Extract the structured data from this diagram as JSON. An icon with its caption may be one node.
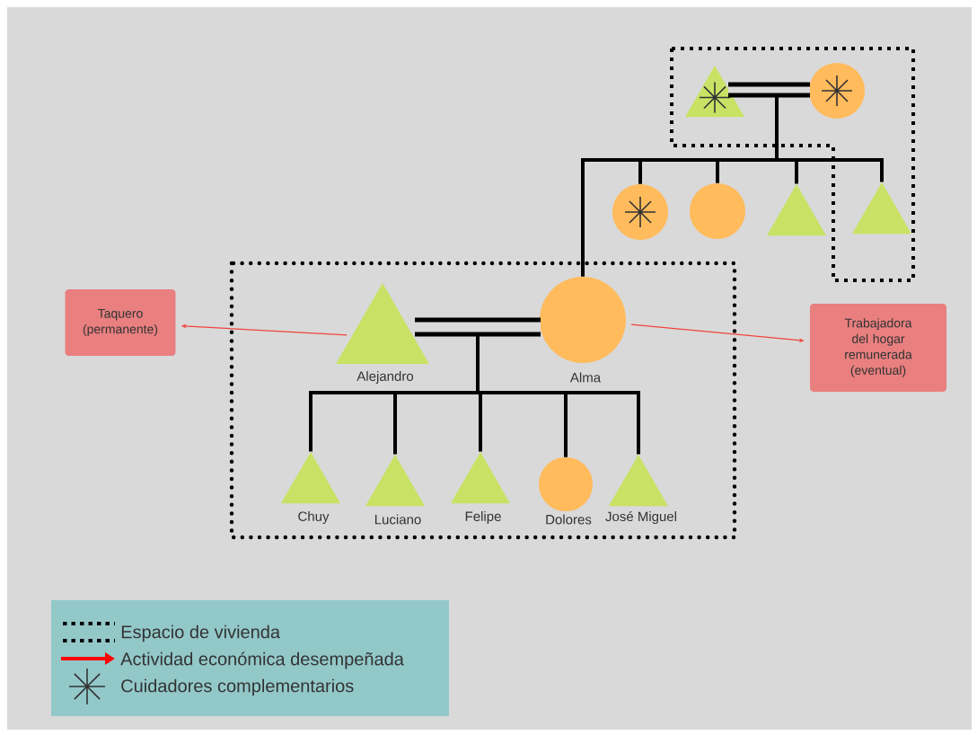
{
  "diagram": {
    "nodes": [
      {
        "text": [],
        "shape": "triangle"
      },
      {
        "text": [],
        "shape": "circle"
      },
      {
        "text": [],
        "shape": "circle"
      },
      {
        "text": [],
        "shape": "circle"
      },
      {
        "text": [],
        "shape": "triangle"
      },
      {
        "text": [],
        "shape": "triangle"
      },
      {
        "text": [
          "Taquero (permanente)"
        ]
      },
      {
        "text": [
          "Alejandro"
        ]
      },
      {
        "text": [
          "Alma"
        ]
      },
      {
        "text": [
          "Trabajadora del hogar remunerada (eventual)"
        ]
      },
      {
        "text": [
          "Chuy"
        ]
      },
      {
        "text": [
          "Luciano"
        ]
      },
      {
        "text": [
          "Felipe"
        ]
      },
      {
        "text": [
          "Dolores"
        ]
      },
      {
        "text": [
          "José Miguel"
        ]
      }
    ],
    "edges": [
      {
        "from": 0,
        "to": 1,
        "arrow": "none",
        "style": "thick"
      },
      {
        "from": null,
        "to": 8,
        "arrow": "none"
      },
      {
        "from": null,
        "to": 2,
        "arrow": "none"
      },
      {
        "from": null,
        "to": 3,
        "arrow": "none"
      },
      {
        "from": null,
        "to": 4,
        "arrow": "none"
      },
      {
        "from": null,
        "to": 5,
        "arrow": "none"
      },
      {
        "from": 7,
        "to": 6,
        "arrow": "to",
        "color": "#f0443c"
      },
      {
        "from": 7,
        "to": 8,
        "arrow": "none",
        "style": "thick"
      },
      {
        "from": 8,
        "to": 9,
        "arrow": "to",
        "color": "#f0443c"
      },
      {
        "from": null,
        "to": 10,
        "arrow": "none"
      },
      {
        "from": null,
        "to": 11,
        "arrow": "none"
      },
      {
        "from": null,
        "to": 12,
        "arrow": "none"
      },
      {
        "from": null,
        "to": 13,
        "arrow": "none"
      },
      {
        "from": null,
        "to": 14,
        "arrow": "none"
      }
    ],
    "legend": [
      {
        "text": "Espacio de vivienda"
      },
      {
        "text": "Actividad económica desempeñada"
      },
      {
        "text": "Cuidadores complementarios"
      }
    ]
  }
}
